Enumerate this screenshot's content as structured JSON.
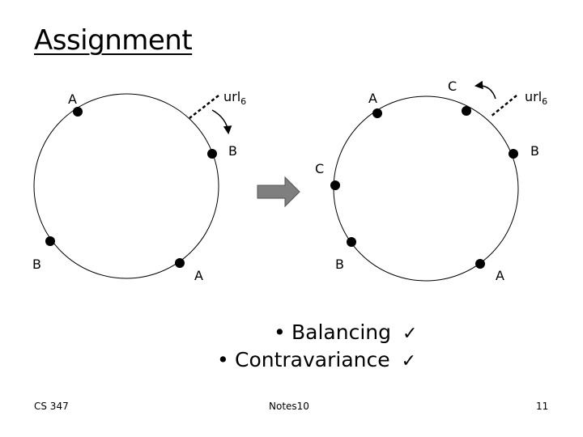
{
  "slide": {
    "title": "Assignment",
    "footer_left": "CS 347",
    "footer_center": "Notes10",
    "footer_right": "11"
  },
  "left_ring": {
    "node_labels": {
      "top_left": "A",
      "right": "B",
      "bottom_left": "B",
      "bottom_right": "A"
    },
    "url_label": "url",
    "url_sub": "6"
  },
  "right_ring": {
    "node_labels": {
      "top_left": "A",
      "top": "C",
      "right": "B",
      "inner": "C",
      "bottom_left": "B",
      "bottom_right": "A"
    },
    "url_label": "url",
    "url_sub": "6"
  },
  "bullets": [
    {
      "text": "Balancing",
      "check": "✓"
    },
    {
      "text": "Contravariance",
      "check": "✓"
    }
  ],
  "colors": {
    "arrow_fill": "#7f7f7f",
    "ink": "#000000"
  }
}
